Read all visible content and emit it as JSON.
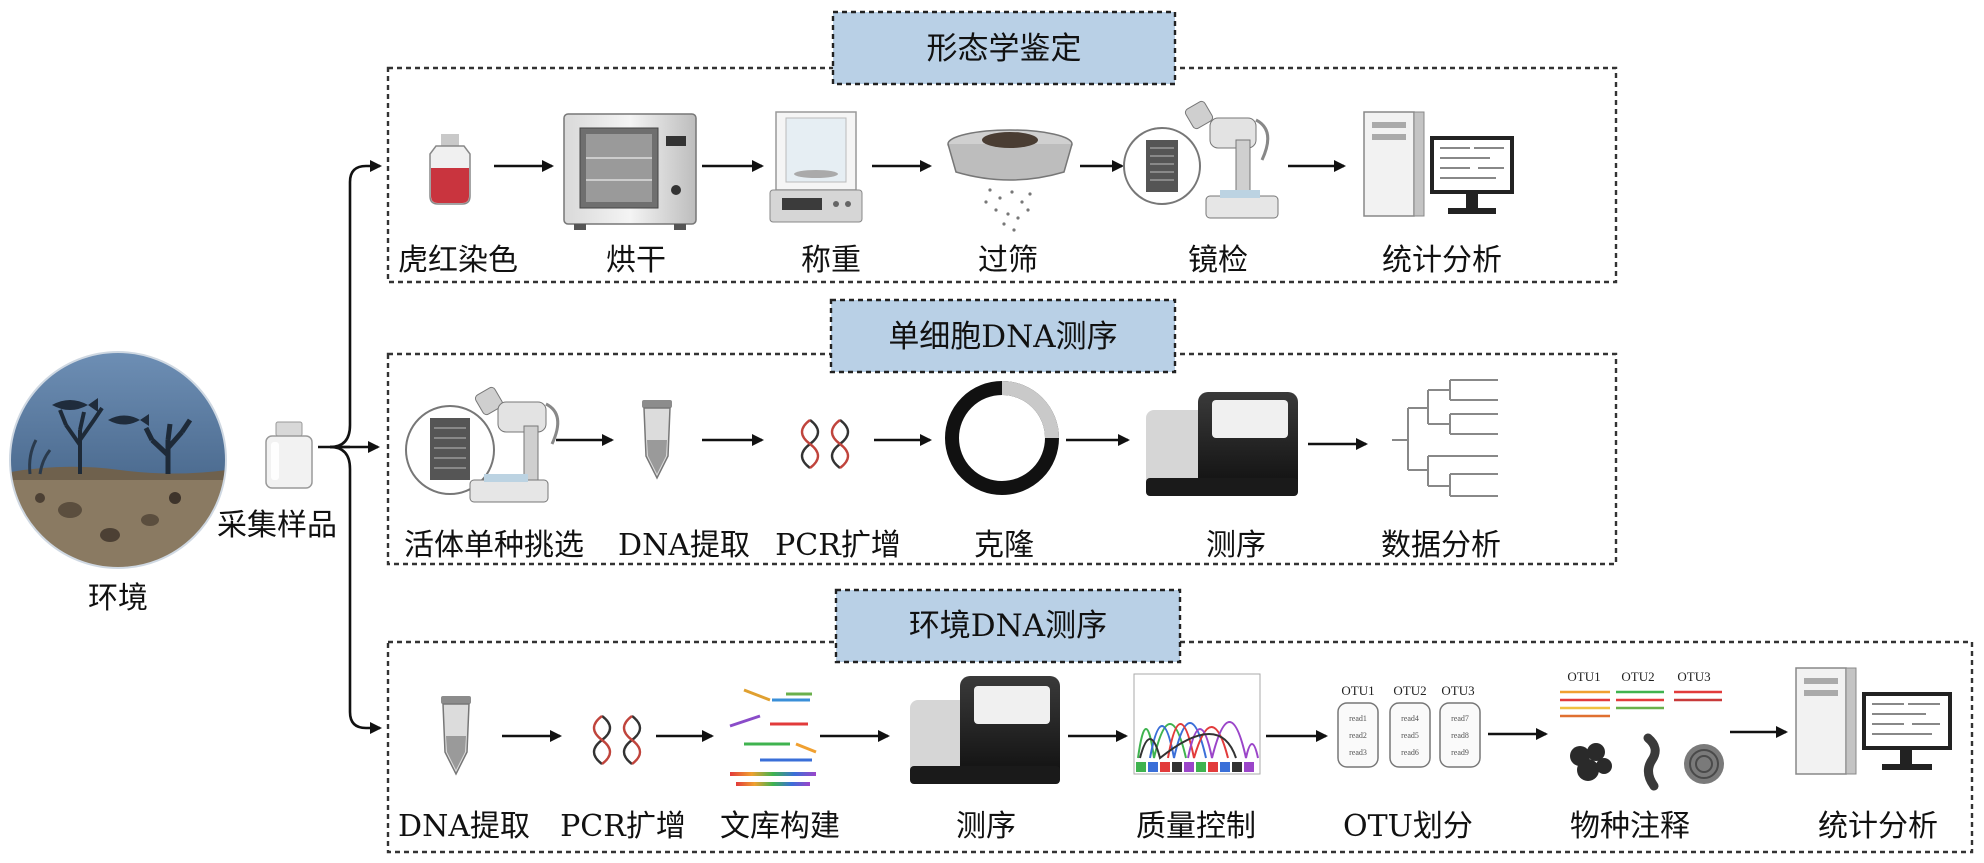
{
  "environment": {
    "label": "环境"
  },
  "sample": {
    "label": "采集样品"
  },
  "sections": {
    "morphology": {
      "title": "形态学鉴定",
      "steps": [
        "虎红染色",
        "烘干",
        "称重",
        "过筛",
        "镜检",
        "统计分析"
      ]
    },
    "single_cell": {
      "title": "单细胞DNA测序",
      "steps": [
        "活体单种挑选",
        "DNA提取",
        "PCR扩增",
        "克隆",
        "测序",
        "数据分析"
      ]
    },
    "edna": {
      "title": "环境DNA测序",
      "steps": [
        "DNA提取",
        "PCR扩增",
        "文库构建",
        "测序",
        "质量控制",
        "OTU划分",
        "物种注释",
        "统计分析"
      ],
      "otu_labels": [
        "OTU1",
        "OTU2",
        "OTU3"
      ],
      "read_labels": [
        [
          "read1",
          "read2",
          "read3"
        ],
        [
          "read4",
          "read5",
          "read6"
        ],
        [
          "read7",
          "read8",
          "read9"
        ]
      ]
    }
  },
  "colors": {
    "header_fill": "#b9d0e6",
    "ocean": "#4a6f96",
    "sediment": "#8a7a62",
    "stain": "#c9343e"
  }
}
